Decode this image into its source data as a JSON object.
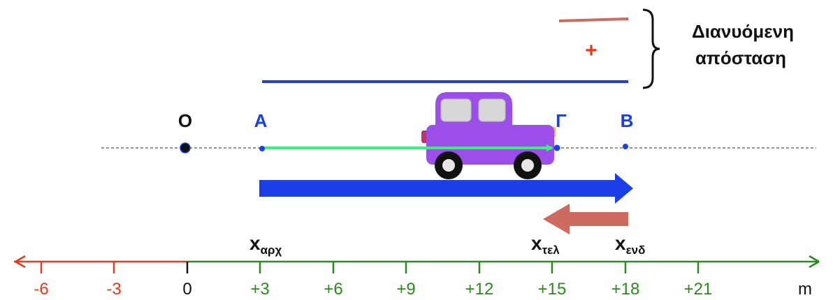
{
  "legend": {
    "line1": "Διανυόμενη",
    "line2": "απόσταση",
    "plus_sign": "+"
  },
  "points": {
    "O": "Ο",
    "A": "Α",
    "G": "Γ",
    "B": "Β"
  },
  "positions": {
    "start": {
      "base": "x",
      "sub": "αρχ"
    },
    "final": {
      "base": "x",
      "sub": "τελ"
    },
    "intermediate": {
      "base": "x",
      "sub": "ενδ"
    }
  },
  "axis": {
    "unit": "m",
    "ticks": [
      "-6",
      "-3",
      "0",
      "+3",
      "+6",
      "+9",
      "+12",
      "+15",
      "+18",
      "+21"
    ]
  },
  "colors": {
    "negative": "#e8381e",
    "positive": "#2b8a1e",
    "blue": "#1a3fe8",
    "salmon": "#cd6b60",
    "green_arrow": "#3ef07a",
    "car": "#9b4fe8",
    "black": "#111111"
  }
}
